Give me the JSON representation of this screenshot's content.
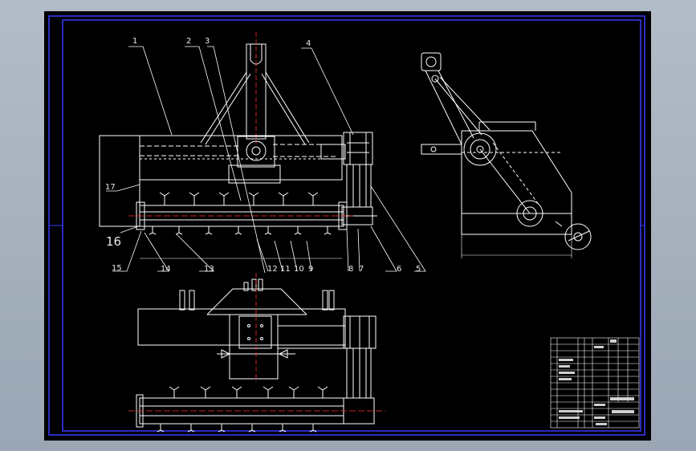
{
  "drawing": {
    "colors": {
      "background": "#000000",
      "frame": "#3a3aff",
      "lines": "#ffffff",
      "centerline": "#ff3030",
      "viewport": "#a7b1bd"
    },
    "part_numbers": [
      {
        "id": "p1",
        "text": "1"
      },
      {
        "id": "p2",
        "text": "2"
      },
      {
        "id": "p3",
        "text": "3"
      },
      {
        "id": "p4",
        "text": "4"
      },
      {
        "id": "p5",
        "text": "5"
      },
      {
        "id": "p6",
        "text": "6"
      },
      {
        "id": "p7",
        "text": "7"
      },
      {
        "id": "p8",
        "text": "8"
      },
      {
        "id": "p9",
        "text": "9"
      },
      {
        "id": "p10",
        "text": "10"
      },
      {
        "id": "p11",
        "text": "11"
      },
      {
        "id": "p12",
        "text": "12"
      },
      {
        "id": "p13",
        "text": "13"
      },
      {
        "id": "p14",
        "text": "14"
      },
      {
        "id": "p15",
        "text": "15"
      },
      {
        "id": "p16",
        "text": "16"
      },
      {
        "id": "p17",
        "text": "17"
      }
    ]
  }
}
